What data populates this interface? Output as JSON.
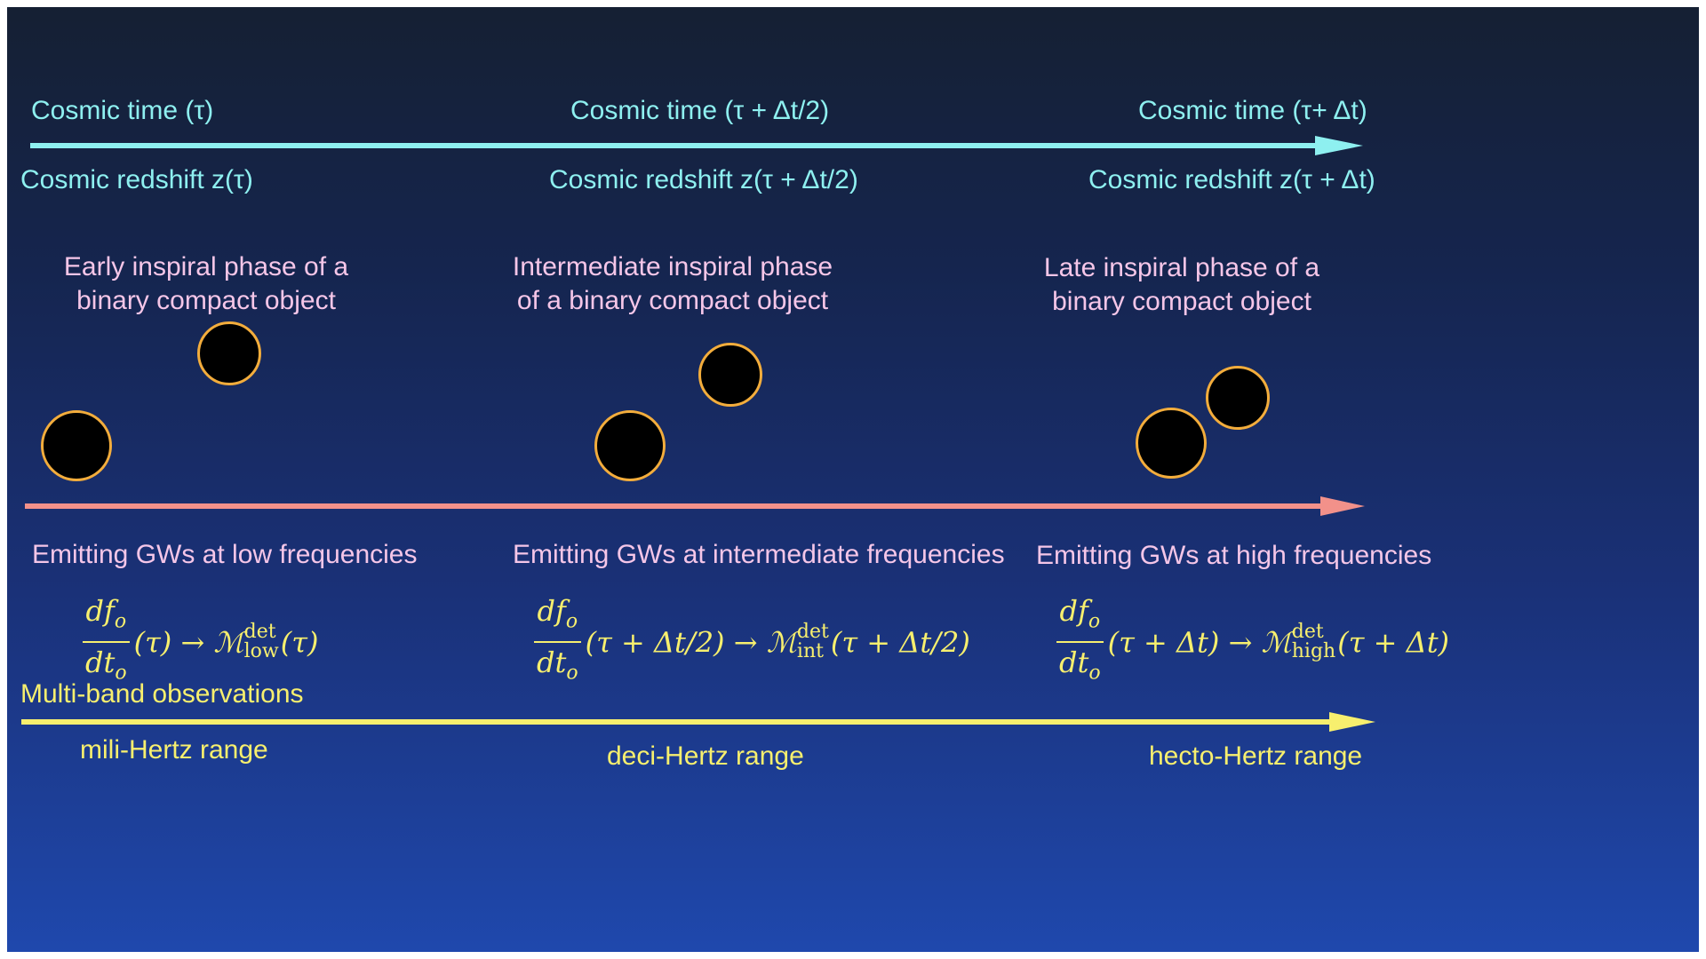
{
  "time_labels": {
    "start": "Cosmic time (τ)",
    "mid": "Cosmic time (τ + Δt/2)",
    "end": "Cosmic time (τ+ Δt)"
  },
  "redshift_labels": {
    "start": "Cosmic redshift z(τ)",
    "mid": "Cosmic redshift z(τ + Δt/2)",
    "end": "Cosmic redshift z(τ + Δt)"
  },
  "phase_labels": {
    "early": "Early inspiral phase of a\nbinary compact object",
    "intermediate": "Intermediate inspiral phase\nof a binary compact object",
    "late": "Late inspiral phase of a\nbinary compact object"
  },
  "emission_labels": {
    "low": "Emitting GWs at low frequencies",
    "intermediate": "Emitting GWs at intermediate frequencies",
    "high": "Emitting GWs at high frequencies"
  },
  "formulas": {
    "low": {
      "num": "df",
      "num_sub": "o",
      "den": "dt",
      "den_sub": "o",
      "arg": "(τ) → ",
      "symbol": "ℳ",
      "sup": "det",
      "sub": "low",
      "tail": "(τ)"
    },
    "int": {
      "num": "df",
      "num_sub": "o",
      "den": "dt",
      "den_sub": "o",
      "arg": "(τ + Δt/2) → ",
      "symbol": "ℳ",
      "sup": "det",
      "sub": "int",
      "tail": "(τ + Δt/2)"
    },
    "high": {
      "num": "df",
      "num_sub": "o",
      "den": "dt",
      "den_sub": "o",
      "arg": "(τ + Δt) → ",
      "symbol": "ℳ",
      "sup": "det",
      "sub": "high",
      "tail": "(τ + Δt)"
    }
  },
  "multiband_label": "Multi-band observations",
  "range_labels": {
    "mili": "mili-Hertz range",
    "deci": "deci-Hertz range",
    "hecto": "hecto-Hertz range"
  },
  "colors": {
    "time_arrow": "#8ef0f0",
    "gw_arrow": "#f2918a",
    "band_arrow": "#f7ef6e",
    "black_hole_fill": "#000000",
    "black_hole_ring": "#f3ad3c"
  }
}
